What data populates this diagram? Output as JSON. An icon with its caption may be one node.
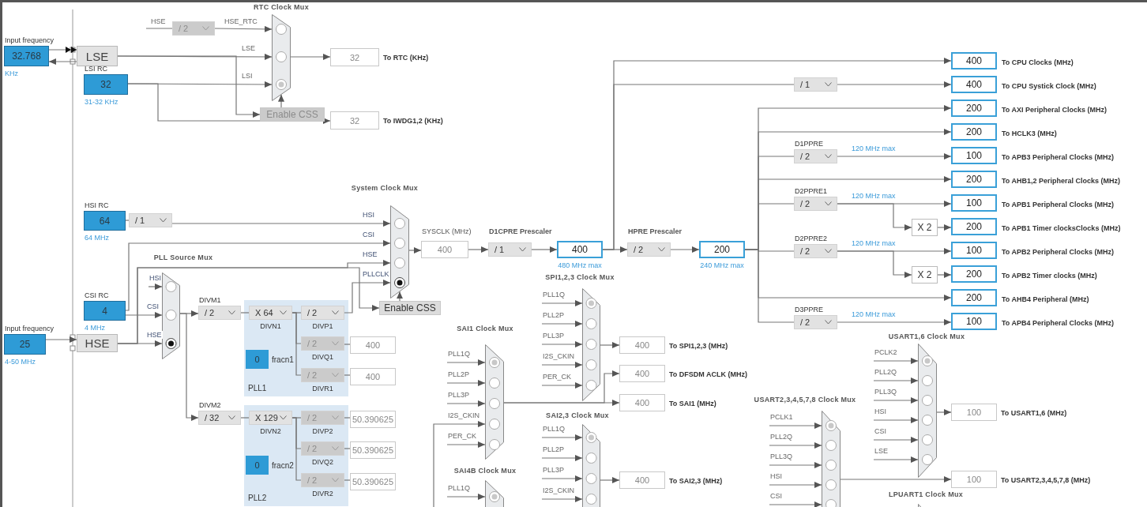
{
  "diagram": {
    "nodes": [
      {
        "text": [
          "Input frequency",
          "32.768"
        ],
        "beside": [
          "KHz"
        ]
      },
      {
        "text": [
          "LSE"
        ]
      },
      {
        "text": [
          "LSI RC",
          "32"
        ],
        "beside": [
          "31-32 KHz"
        ]
      },
      {
        "text": [
          "/ 2"
        ]
      },
      {
        "text": [
          "RTC Clock Mux"
        ]
      },
      {
        "text": [
          "Enable CSS"
        ]
      },
      {
        "text": [
          "32"
        ],
        "beside": [
          "To RTC (KHz)"
        ]
      },
      {
        "text": [
          "32"
        ],
        "beside": [
          "To IWDG1,2 (KHz)"
        ]
      },
      {
        "text": [
          "HSI RC",
          "64"
        ],
        "beside": [
          "64 MHz"
        ]
      },
      {
        "text": [
          "/ 1"
        ]
      },
      {
        "text": [
          "System Clock Mux"
        ]
      },
      {
        "text": [
          "Enable CSS"
        ]
      },
      {
        "text": [
          "CSI RC",
          "4"
        ],
        "beside": [
          "4 MHz"
        ]
      },
      {
        "text": [
          "Input frequency",
          "25"
        ],
        "beside": [
          "4-50 MHz"
        ]
      },
      {
        "text": [
          "HSE"
        ]
      },
      {
        "text": [
          "PLL Source Mux"
        ]
      },
      {
        "text": [
          "DIVM1",
          "/ 2"
        ]
      },
      {
        "text": [
          "PLL1"
        ]
      },
      {
        "text": [
          "X 64",
          "DIVN1"
        ],
        "in": 17
      },
      {
        "text": [
          "/ 2",
          "DIVP1"
        ],
        "in": 17
      },
      {
        "text": [
          "/ 2",
          "DIVQ1"
        ],
        "in": 17
      },
      {
        "text": [
          "/ 2",
          "DIVR1"
        ],
        "in": 17
      },
      {
        "text": [
          "0"
        ],
        "beside": [
          "fracn1"
        ],
        "in": 17
      },
      {
        "text": [
          "400"
        ]
      },
      {
        "text": [
          "400"
        ]
      },
      {
        "text": [
          "DIVM2",
          "/ 32"
        ]
      },
      {
        "text": [
          "PLL2"
        ]
      },
      {
        "text": [
          "X 129",
          "DIVN2"
        ],
        "in": 26
      },
      {
        "text": [
          "/ 2",
          "DIVP2"
        ],
        "in": 26
      },
      {
        "text": [
          "/ 2",
          "DIVQ2"
        ],
        "in": 26
      },
      {
        "text": [
          "/ 2",
          "DIVR2"
        ],
        "in": 26
      },
      {
        "text": [
          "0"
        ],
        "beside": [
          "fracn2"
        ],
        "in": 26
      },
      {
        "text": [
          "50.390625"
        ]
      },
      {
        "text": [
          "50.390625"
        ]
      },
      {
        "text": [
          "50.390625"
        ]
      },
      {
        "text": [
          "SYSCLK (MHz)",
          "400"
        ]
      },
      {
        "text": [
          "D1CPRE Prescaler",
          "/ 1"
        ]
      },
      {
        "text": [
          "400"
        ],
        "beside": [
          "480 MHz max"
        ]
      },
      {
        "text": [
          "HPRE Prescaler",
          "/ 2"
        ]
      },
      {
        "text": [
          "200"
        ],
        "beside": [
          "240 MHz max"
        ]
      },
      {
        "text": [
          "/ 1"
        ]
      },
      {
        "text": [
          "D1PPRE",
          "/ 2"
        ],
        "beside": [
          "120 MHz max"
        ]
      },
      {
        "text": [
          "D2PPRE1",
          "/ 2"
        ],
        "beside": [
          "120 MHz max"
        ]
      },
      {
        "text": [
          "D2PPRE2",
          "/ 2"
        ],
        "beside": [
          "120 MHz max"
        ]
      },
      {
        "text": [
          "D3PPRE",
          "/ 2"
        ],
        "beside": [
          "120 MHz max"
        ]
      },
      {
        "text": [
          "X 2"
        ]
      },
      {
        "text": [
          "X 2"
        ]
      },
      {
        "text": [
          "400"
        ],
        "beside": [
          "To CPU Clocks (MHz)"
        ]
      },
      {
        "text": [
          "400"
        ],
        "beside": [
          "To CPU Systick Clock (MHz)"
        ]
      },
      {
        "text": [
          "200"
        ],
        "beside": [
          "To AXI Peripheral Clocks (MHz)"
        ]
      },
      {
        "text": [
          "200"
        ],
        "beside": [
          "To HCLK3 (MHz)"
        ]
      },
      {
        "text": [
          "100"
        ],
        "beside": [
          "To APB3 Peripheral Clocks (MHz)"
        ]
      },
      {
        "text": [
          "200"
        ],
        "beside": [
          "To AHB1,2 Peripheral Clocks (MHz)"
        ]
      },
      {
        "text": [
          "100"
        ],
        "beside": [
          "To APB1 Peripheral Clocks (MHz)"
        ]
      },
      {
        "text": [
          "200"
        ],
        "beside": [
          "To APB1 Timer clocksClocks (MHz)"
        ]
      },
      {
        "text": [
          "100"
        ],
        "beside": [
          "To APB2 Peripheral Clocks (MHz)"
        ]
      },
      {
        "text": [
          "200"
        ],
        "beside": [
          "To APB2 Timer clocks (MHz)"
        ]
      },
      {
        "text": [
          "200"
        ],
        "beside": [
          "To AHB4 Peripheral (MHz)"
        ]
      },
      {
        "text": [
          "100"
        ],
        "beside": [
          "To APB4 Peripheral Clocks (MHz)"
        ]
      },
      {
        "text": [
          "SPI1,2,3 Clock Mux"
        ]
      },
      {
        "text": [
          "400"
        ],
        "beside": [
          "To SPI1,2,3 (MHz)"
        ]
      },
      {
        "text": [
          "400"
        ],
        "beside": [
          "To DFSDM ACLK (MHz)"
        ]
      },
      {
        "text": [
          "400"
        ],
        "beside": [
          "To SAI1 (MHz)"
        ]
      },
      {
        "text": [
          "SAI1 Clock Mux"
        ]
      },
      {
        "text": [
          "SAI2,3 Clock Mux"
        ]
      },
      {
        "text": [
          "400"
        ],
        "beside": [
          "To SAI2,3 (MHz)"
        ]
      },
      {
        "text": [
          "SAI4B Clock Mux"
        ]
      },
      {
        "text": [
          "USART1,6 Clock Mux"
        ]
      },
      {
        "text": [
          "100"
        ],
        "beside": [
          "To USART1,6 (MHz)"
        ]
      },
      {
        "text": [
          "USART2,3,4,5,7,8 Clock Mux"
        ]
      },
      {
        "text": [
          "100"
        ],
        "beside": [
          "To USART2,3,4,5,7,8 (MHz)"
        ]
      },
      {
        "text": [
          "LPUART1 Clock Mux"
        ]
      }
    ],
    "edges": [
      {
        "from": 0,
        "to": 1,
        "arrow": "to"
      },
      {
        "from": 1,
        "to": 0,
        "arrow": "to"
      },
      {
        "from": 1,
        "to": 4,
        "arrow": "to",
        "label": "LSE"
      },
      {
        "from": 1,
        "to": 5,
        "arrow": "to"
      },
      {
        "from": 2,
        "to": 4,
        "arrow": "to",
        "label": "LSI"
      },
      {
        "from": 2,
        "to": 7,
        "arrow": "to"
      },
      {
        "from": null,
        "to": 3,
        "arrow": "none",
        "label": "HSE"
      },
      {
        "from": 3,
        "to": 4,
        "arrow": "to",
        "label": "HSE_RTC"
      },
      {
        "from": 4,
        "to": 6,
        "arrow": "to"
      },
      {
        "from": 5,
        "to": 4,
        "arrow": "to"
      },
      {
        "from": 8,
        "to": 9,
        "arrow": "none"
      },
      {
        "from": 9,
        "to": 10,
        "arrow": "to",
        "label": "HSI"
      },
      {
        "from": 12,
        "to": 10,
        "arrow": "to",
        "label": "CSI"
      },
      {
        "from": 14,
        "to": 10,
        "arrow": "to",
        "label": "HSE"
      },
      {
        "from": 14,
        "to": 11,
        "arrow": "to"
      },
      {
        "from": 19,
        "to": 10,
        "arrow": "to",
        "label": "PLLCLK"
      },
      {
        "from": 11,
        "to": 10,
        "arrow": "to"
      },
      {
        "from": 12,
        "to": 15,
        "arrow": "to",
        "label": "CSI"
      },
      {
        "from": 14,
        "to": 15,
        "arrow": "to",
        "label": "HSE"
      },
      {
        "from": null,
        "to": 15,
        "arrow": "to",
        "label": "HSI"
      },
      {
        "from": 15,
        "to": 16,
        "arrow": "to"
      },
      {
        "from": 15,
        "to": 25,
        "arrow": "to"
      },
      {
        "from": 16,
        "to": 18,
        "arrow": "none"
      },
      {
        "from": 18,
        "to": 19,
        "arrow": "none"
      },
      {
        "from": 18,
        "to": 20,
        "arrow": "none"
      },
      {
        "from": 18,
        "to": 21,
        "arrow": "none"
      },
      {
        "from": 20,
        "to": 23,
        "arrow": "none"
      },
      {
        "from": 21,
        "to": 24,
        "arrow": "none"
      },
      {
        "from": 25,
        "to": 27,
        "arrow": "none"
      },
      {
        "from": 27,
        "to": 28,
        "arrow": "none"
      },
      {
        "from": 27,
        "to": 29,
        "arrow": "none"
      },
      {
        "from": 27,
        "to": 30,
        "arrow": "none"
      },
      {
        "from": 28,
        "to": 32,
        "arrow": "none"
      },
      {
        "from": 29,
        "to": 33,
        "arrow": "none"
      },
      {
        "from": 30,
        "to": 34,
        "arrow": "none"
      },
      {
        "from": 10,
        "to": 35,
        "arrow": "to"
      },
      {
        "from": 35,
        "to": 36,
        "arrow": "to"
      },
      {
        "from": 36,
        "to": 37,
        "arrow": "to"
      },
      {
        "from": 37,
        "to": 38,
        "arrow": "to"
      },
      {
        "from": 38,
        "to": 39,
        "arrow": "to"
      },
      {
        "from": 37,
        "to": 47,
        "arrow": "to"
      },
      {
        "from": 37,
        "to": 40,
        "arrow": "none"
      },
      {
        "from": 40,
        "to": 48,
        "arrow": "to"
      },
      {
        "from": 39,
        "to": 49,
        "arrow": "to"
      },
      {
        "from": 39,
        "to": 50,
        "arrow": "to"
      },
      {
        "from": 39,
        "to": 41,
        "arrow": "none"
      },
      {
        "from": 39,
        "to": 52,
        "arrow": "to"
      },
      {
        "from": 39,
        "to": 42,
        "arrow": "none"
      },
      {
        "from": 39,
        "to": 43,
        "arrow": "none"
      },
      {
        "from": 39,
        "to": 57,
        "arrow": "to"
      },
      {
        "from": 39,
        "to": 44,
        "arrow": "none"
      },
      {
        "from": 41,
        "to": 51,
        "arrow": "to"
      },
      {
        "from": 42,
        "to": 53,
        "arrow": "to"
      },
      {
        "from": 42,
        "to": 45,
        "arrow": "to"
      },
      {
        "from": 45,
        "to": 54,
        "arrow": "to"
      },
      {
        "from": 43,
        "to": 55,
        "arrow": "to"
      },
      {
        "from": 43,
        "to": 46,
        "arrow": "to"
      },
      {
        "from": 46,
        "to": 56,
        "arrow": "to"
      },
      {
        "from": 44,
        "to": 58,
        "arrow": "to"
      },
      {
        "from": null,
        "to": 59,
        "arrow": "to",
        "label": "PLL1Q"
      },
      {
        "from": null,
        "to": 59,
        "arrow": "to",
        "label": "PLL2P"
      },
      {
        "from": null,
        "to": 59,
        "arrow": "to",
        "label": "PLL3P"
      },
      {
        "from": null,
        "to": 59,
        "arrow": "to",
        "label": "I2S_CKIN"
      },
      {
        "from": null,
        "to": 59,
        "arrow": "to",
        "label": "PER_CK"
      },
      {
        "from": 59,
        "to": 60,
        "arrow": "to"
      },
      {
        "from": null,
        "to": 63,
        "arrow": "to",
        "label": "PLL1Q"
      },
      {
        "from": null,
        "to": 63,
        "arrow": "to",
        "label": "PLL2P"
      },
      {
        "from": null,
        "to": 63,
        "arrow": "to",
        "label": "PLL3P"
      },
      {
        "from": null,
        "to": 63,
        "arrow": "to",
        "label": "I2S_CKIN"
      },
      {
        "from": null,
        "to": 63,
        "arrow": "to",
        "label": "PER_CK"
      },
      {
        "from": 63,
        "to": 62,
        "arrow": "to"
      },
      {
        "from": 63,
        "to": 61,
        "arrow": "to"
      },
      {
        "from": null,
        "to": 64,
        "arrow": "to",
        "label": "PLL1Q"
      },
      {
        "from": null,
        "to": 64,
        "arrow": "to",
        "label": "PLL2P"
      },
      {
        "from": null,
        "to": 64,
        "arrow": "to",
        "label": "PLL3P"
      },
      {
        "from": null,
        "to": 64,
        "arrow": "to",
        "label": "I2S_CKIN"
      },
      {
        "from": 64,
        "to": 65,
        "arrow": "to"
      },
      {
        "from": null,
        "to": 66,
        "arrow": "to",
        "label": "PLL1Q"
      },
      {
        "from": null,
        "to": 67,
        "arrow": "to",
        "label": "PCLK2"
      },
      {
        "from": null,
        "to": 67,
        "arrow": "to",
        "label": "PLL2Q"
      },
      {
        "from": null,
        "to": 67,
        "arrow": "to",
        "label": "PLL3Q"
      },
      {
        "from": null,
        "to": 67,
        "arrow": "to",
        "label": "HSI"
      },
      {
        "from": null,
        "to": 67,
        "arrow": "to",
        "label": "CSI"
      },
      {
        "from": null,
        "to": 67,
        "arrow": "to",
        "label": "LSE"
      },
      {
        "from": 67,
        "to": 68,
        "arrow": "to"
      },
      {
        "from": null,
        "to": 69,
        "arrow": "to",
        "label": "PCLK1"
      },
      {
        "from": null,
        "to": 69,
        "arrow": "to",
        "label": "PLL2Q"
      },
      {
        "from": null,
        "to": 69,
        "arrow": "to",
        "label": "PLL3Q"
      },
      {
        "from": null,
        "to": 69,
        "arrow": "to",
        "label": "HSI"
      },
      {
        "from": null,
        "to": 69,
        "arrow": "to",
        "label": "CSI"
      },
      {
        "from": 69,
        "to": 70,
        "arrow": "to"
      },
      {
        "from": 13,
        "to": 14,
        "arrow": "to"
      }
    ]
  }
}
